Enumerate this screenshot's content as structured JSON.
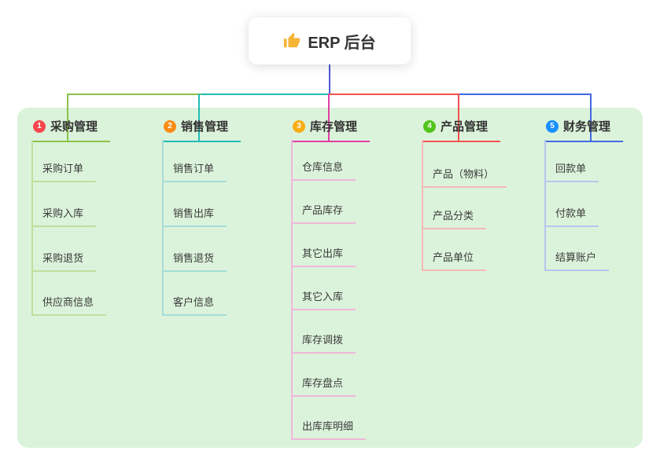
{
  "root": {
    "icon": "thumbs-up",
    "label": "ERP 后台"
  },
  "branches": [
    {
      "num": "1",
      "label": "采购管理",
      "color": "#8bc34a",
      "badge_color": "#f5484e",
      "children": [
        {
          "label": "采购订单"
        },
        {
          "label": "采购入库"
        },
        {
          "label": "采购退货"
        },
        {
          "label": "供应商信息"
        }
      ]
    },
    {
      "num": "2",
      "label": "销售管理",
      "color": "#1fbcb4",
      "badge_color": "#fa8c16",
      "children": [
        {
          "label": "销售订单"
        },
        {
          "label": "销售出库"
        },
        {
          "label": "销售退货"
        },
        {
          "label": "客户信息"
        }
      ]
    },
    {
      "num": "3",
      "label": "库存管理",
      "color": "#e23da0",
      "badge_color": "#faad14",
      "children": [
        {
          "label": "仓库信息"
        },
        {
          "label": "产品库存"
        },
        {
          "label": "其它出库"
        },
        {
          "label": "其它入库"
        },
        {
          "label": "库存调拨"
        },
        {
          "label": "库存盘点"
        },
        {
          "label": "出库库明细"
        }
      ]
    },
    {
      "num": "4",
      "label": "产品管理",
      "color": "#ef5350",
      "badge_color": "#52c41a",
      "children": [
        {
          "label": "产品（物料）"
        },
        {
          "label": "产品分类"
        },
        {
          "label": "产品单位"
        }
      ]
    },
    {
      "num": "5",
      "label": "财务管理",
      "color": "#4169e1",
      "badge_color": "#1890ff",
      "children": [
        {
          "label": "回款单"
        },
        {
          "label": "付款单"
        },
        {
          "label": "结算账户"
        }
      ]
    }
  ],
  "colors": {
    "trunk": "#4a5ad1",
    "panel_bg": "#dcf3db",
    "thumb_icon": "#f6b437"
  }
}
